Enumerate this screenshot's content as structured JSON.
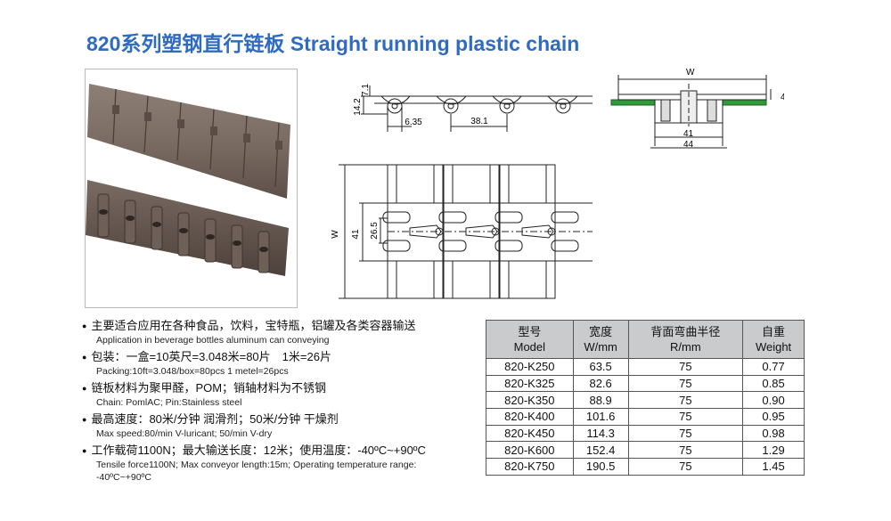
{
  "title": "820系列塑钢直行链板 Straight running plastic chain",
  "dims": {
    "side": {
      "h1": "7.1",
      "h2": "14.2",
      "pin": "6.35",
      "pitch": "38.1"
    },
    "end": {
      "w": "W",
      "thk": "4",
      "inner": "41",
      "outer": "44"
    },
    "top": {
      "w": "W",
      "inner": "41",
      "center": "26.5"
    }
  },
  "bullets": [
    {
      "cn": "主要适合应用在各种食品，饮料，宝特瓶，铝罐及各类容器输送",
      "en": "Application in beverage bottles aluminum can conveying"
    },
    {
      "cn": "包装：一盒=10英尺=3.048米=80片　1米=26片",
      "en": "Packing:10ft=3.048/box=80pcs 1 metel=26pcs"
    },
    {
      "cn": "链板材料为聚甲醛，POM；销轴材料为不锈钢",
      "en": "Chain: PomlAC; Pin:Stainless steel"
    },
    {
      "cn": "最高速度：80米/分钟 润滑剂；50米/分钟 干燥剂",
      "en": "Max speed:80/min V-luricant; 50/min V-dry"
    },
    {
      "cn": "工作载荷1100N；最大输送长度：12米；使用温度：-40ºC~+90ºC",
      "en": "Tensile force1100N; Max conveyor length:15m; Operating temperature range: -40ºC~+90ºC"
    }
  ],
  "table": {
    "headers": [
      {
        "cn": "型号",
        "en": "Model"
      },
      {
        "cn": "宽度",
        "en": "W/mm"
      },
      {
        "cn": "背面弯曲半径",
        "en": "R/mm"
      },
      {
        "cn": "自重",
        "en": "Weight"
      }
    ],
    "rows": [
      [
        "820-K250",
        "63.5",
        "75",
        "0.77"
      ],
      [
        "820-K325",
        "82.6",
        "75",
        "0.85"
      ],
      [
        "820-K350",
        "88.9",
        "75",
        "0.90"
      ],
      [
        "820-K400",
        "101.6",
        "75",
        "0.95"
      ],
      [
        "820-K450",
        "114.3",
        "75",
        "0.98"
      ],
      [
        "820-K600",
        "152.4",
        "75",
        "1.29"
      ],
      [
        "820-K750",
        "190.5",
        "75",
        "1.45"
      ]
    ]
  }
}
